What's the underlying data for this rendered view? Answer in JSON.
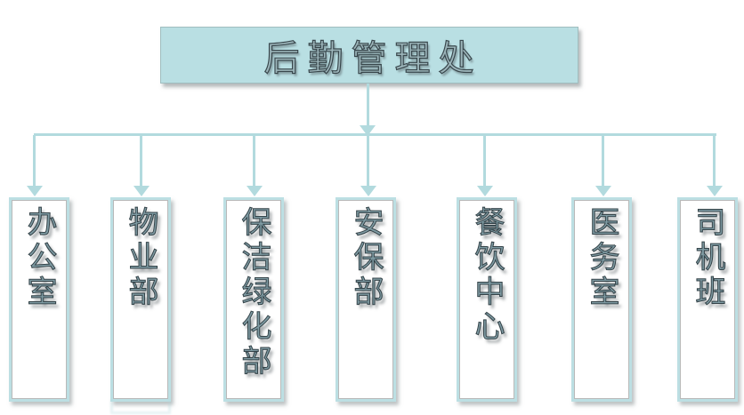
{
  "root": {
    "label": "后勤管理处"
  },
  "departments": [
    {
      "label": "办公室"
    },
    {
      "label": "物业部"
    },
    {
      "label": "保洁绿化部"
    },
    {
      "label": "安保部"
    },
    {
      "label": "餐饮中心"
    },
    {
      "label": "医务室"
    },
    {
      "label": "司机班"
    }
  ],
  "colors": {
    "box_fill": "#b9dfe3",
    "box_border": "#bcdfe3",
    "inner_border": "#b9b9b9",
    "line": "#b2dade",
    "title_text": "#9db6bb",
    "dept_text": "#7f9ba3"
  },
  "chart_data": {
    "type": "org-chart",
    "title": "后勤管理处",
    "root": "后勤管理处",
    "children": [
      "办公室",
      "物业部",
      "保洁绿化部",
      "安保部",
      "餐饮中心",
      "医务室",
      "司机班"
    ]
  }
}
